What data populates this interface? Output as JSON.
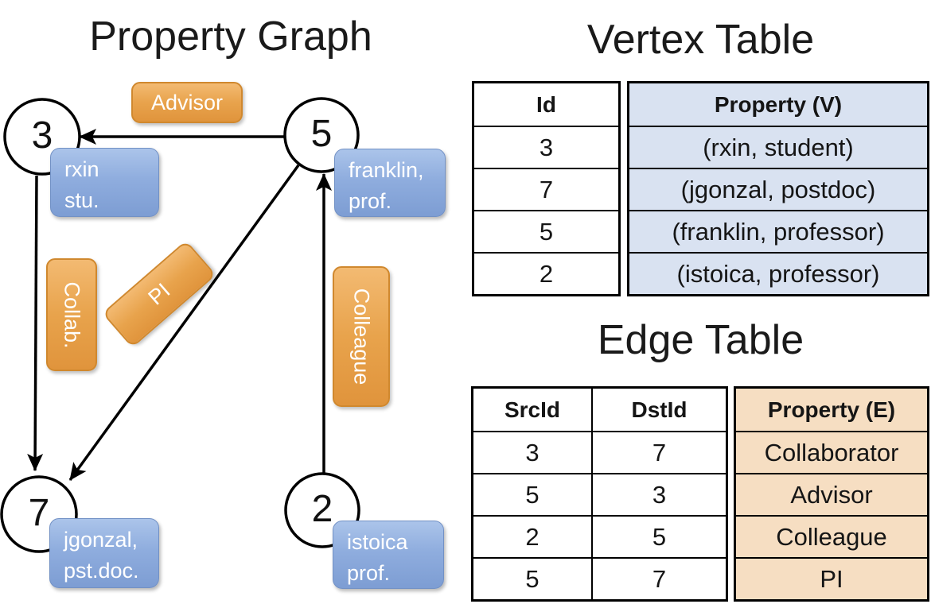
{
  "graph": {
    "title": "Property Graph",
    "nodes": [
      {
        "id": "3",
        "line1": "rxin",
        "line2": "stu."
      },
      {
        "id": "5",
        "line1": "franklin,",
        "line2": "prof."
      },
      {
        "id": "7",
        "line1": "jgonzal,",
        "line2": "pst.doc."
      },
      {
        "id": "2",
        "line1": "istoica",
        "line2": "prof."
      }
    ],
    "edge_labels": {
      "advisor": "Advisor",
      "collab": "Collab.",
      "pi": "PI",
      "colleague": "Colleague"
    }
  },
  "vertex_table": {
    "title": "Vertex Table",
    "columns": [
      "Id",
      "Property (V)"
    ],
    "rows": [
      [
        "3",
        "(rxin, student)"
      ],
      [
        "7",
        "(jgonzal, postdoc)"
      ],
      [
        "5",
        "(franklin, professor)"
      ],
      [
        "2",
        "(istoica, professor)"
      ]
    ]
  },
  "edge_table": {
    "title": "Edge Table",
    "columns": [
      "SrcId",
      "DstId",
      "Property (E)"
    ],
    "rows": [
      [
        "3",
        "7",
        "Collaborator"
      ],
      [
        "5",
        "3",
        "Advisor"
      ],
      [
        "2",
        "5",
        "Colleague"
      ],
      [
        "5",
        "7",
        "PI"
      ]
    ]
  },
  "colors": {
    "vertex_property_bg": "#d9e2f1",
    "edge_property_bg": "#f6dec2",
    "node_box_blue": "#8fadde",
    "edge_label_orange": "#e8a34c",
    "line_black": "#000000"
  }
}
